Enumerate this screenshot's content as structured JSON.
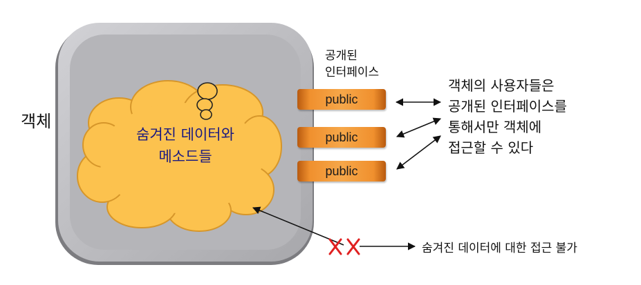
{
  "object_label": "객체",
  "cloud": {
    "line1": "숨겨진 데이터와",
    "line2": "메소드들"
  },
  "interface_label": {
    "line1": "공개된",
    "line2": "인터페이스"
  },
  "public_labels": [
    "public",
    "public",
    "public"
  ],
  "user_note": {
    "line1": "객체의 사용자들은",
    "line2": "공개된 인터페이스를",
    "line3": "통해서만 객체에",
    "line4": "접근할 수 있다"
  },
  "blocked": {
    "marks": "X X",
    "text": "숨겨진 데이터에 대한 접근 불가"
  },
  "colors": {
    "box": "#b5b5b9",
    "cloud": "#fcc24e",
    "public_tab": "#f59b3a",
    "cross": "#e02020",
    "cloud_text": "#1a1a80"
  }
}
